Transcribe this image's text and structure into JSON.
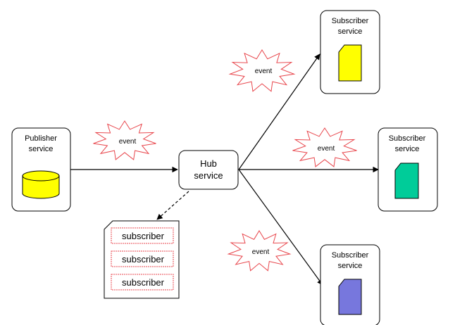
{
  "publisher": {
    "line1": "Publisher",
    "line2": "service",
    "color": "#ffff00"
  },
  "hub": {
    "line1": "Hub",
    "line2": "service"
  },
  "subscribers": [
    {
      "line1": "Subscriber",
      "line2": "service",
      "color": "#ffff00"
    },
    {
      "line1": "Subscriber",
      "line2": "service",
      "color": "#00cc99"
    },
    {
      "line1": "Subscriber",
      "line2": "service",
      "color": "#7777dd"
    }
  ],
  "events": [
    {
      "label": "event"
    },
    {
      "label": "event"
    },
    {
      "label": "event"
    },
    {
      "label": "event"
    }
  ],
  "subscriber_list": {
    "entries": [
      "subscriber",
      "subscriber",
      "subscriber"
    ],
    "entry_border_color": "#e8464c"
  },
  "colors": {
    "event_outline": "#e8464c"
  }
}
